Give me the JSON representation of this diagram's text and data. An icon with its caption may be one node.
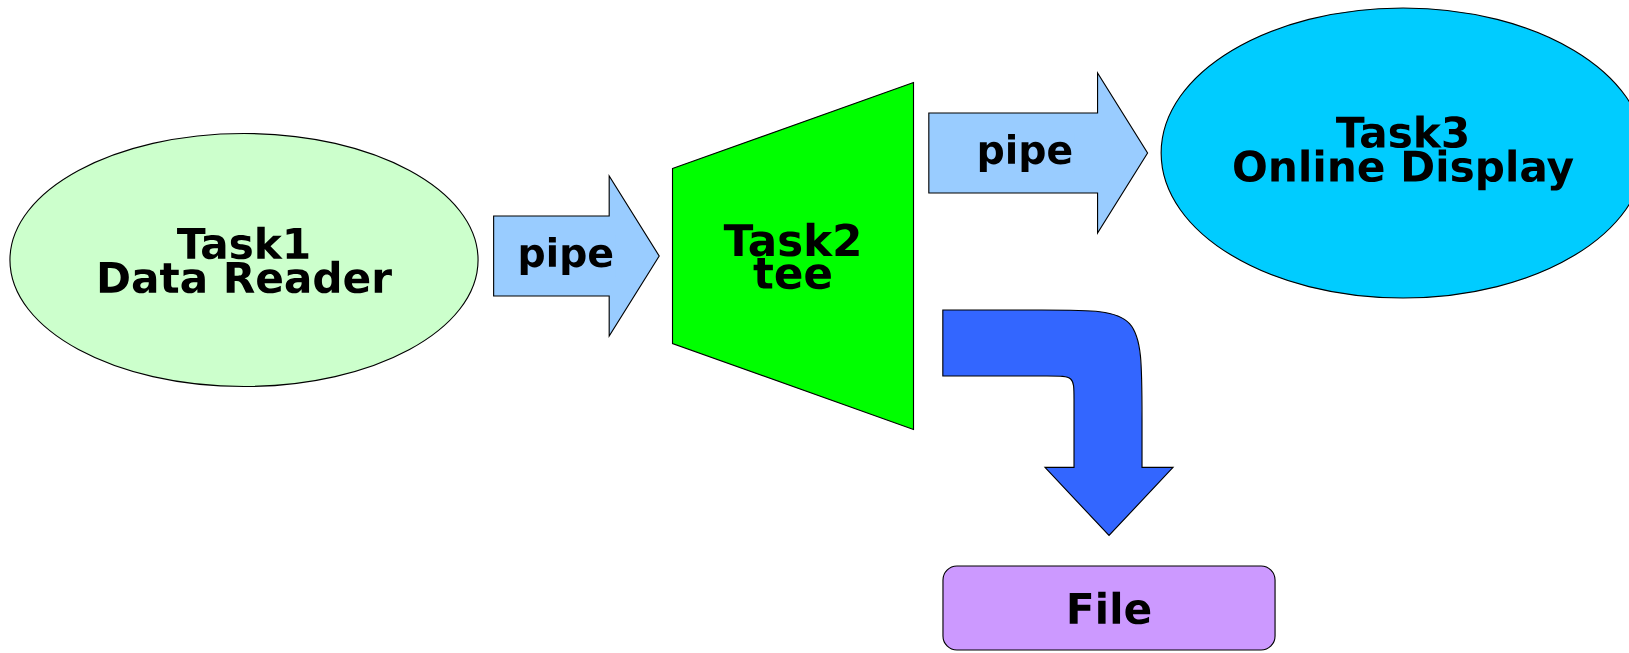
{
  "diagram": {
    "nodes": [
      {
        "text": [
          "Task1",
          "Data Reader"
        ]
      },
      {
        "text": [
          "Task2",
          "tee"
        ]
      },
      {
        "text": [
          "Task3",
          "Online Display"
        ]
      },
      {
        "text": [
          "File"
        ]
      }
    ],
    "edges": [
      {
        "from": 0,
        "to": 1,
        "arrow": "to",
        "label": "pipe"
      },
      {
        "from": 1,
        "to": 2,
        "arrow": "to",
        "label": "pipe"
      },
      {
        "from": 1,
        "to": 3,
        "arrow": "to",
        "color": "#3366ff"
      }
    ]
  }
}
